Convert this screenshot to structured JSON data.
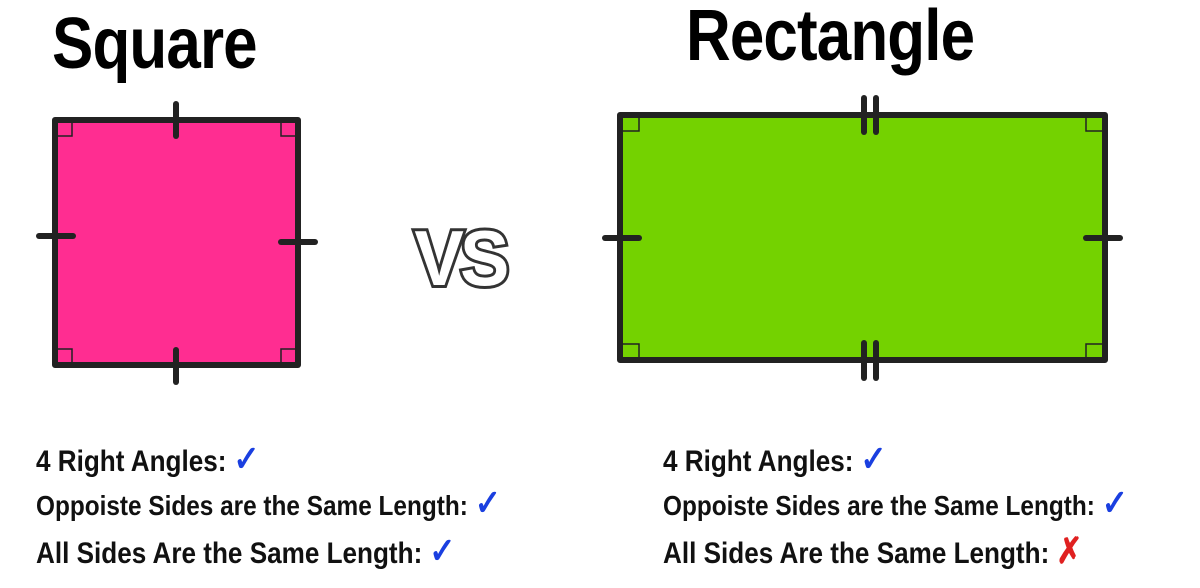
{
  "square": {
    "title": "Square",
    "fill": "#ff2d91",
    "properties": [
      {
        "label": "4 Right Angles:",
        "result": "check"
      },
      {
        "label": "Oppoiste Sides are the Same Length:",
        "result": "check"
      },
      {
        "label": "All Sides Are the Same Length:",
        "result": "check"
      }
    ]
  },
  "vs": "VS",
  "rectangle": {
    "title": "Rectangle",
    "fill": "#74d200",
    "properties": [
      {
        "label": "4 Right Angles:",
        "result": "check"
      },
      {
        "label": "Oppoiste Sides are the Same Length:",
        "result": "check"
      },
      {
        "label": "All Sides Are the Same Length:",
        "result": "cross"
      }
    ]
  },
  "marks": {
    "check": "✓",
    "cross": "✗"
  },
  "colors": {
    "check": "#1a3fe0",
    "cross": "#e02020",
    "outline": "#222222"
  }
}
